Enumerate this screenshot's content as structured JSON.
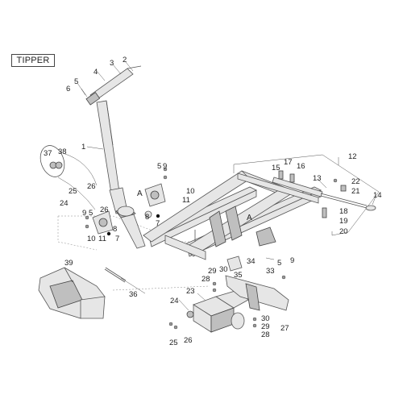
{
  "title": "TIPPER",
  "callouts": {
    "c1": "1",
    "c2": "2",
    "c3": "3",
    "c4": "4",
    "c5": "5",
    "c6": "6",
    "c7": "7",
    "c8": "8",
    "c9": "9",
    "c10": "10",
    "c11": "11",
    "c12": "12",
    "c13": "13",
    "c14": "14",
    "c15": "15",
    "c16": "16",
    "c17": "17",
    "c18": "18",
    "c19": "19",
    "c20": "20",
    "c21": "21",
    "c22": "22",
    "c23": "23",
    "c24": "24",
    "c25": "25",
    "c26": "26",
    "c27": "27",
    "c28": "28",
    "c29": "29",
    "c30": "30",
    "c33": "33",
    "c34": "34",
    "c35": "35",
    "c36": "36",
    "c37": "37",
    "c38": "38",
    "c39": "39",
    "A": "A"
  },
  "colors": {
    "line": "#555555",
    "fill": "#e6e6e6",
    "dark": "#bfbfbf"
  }
}
